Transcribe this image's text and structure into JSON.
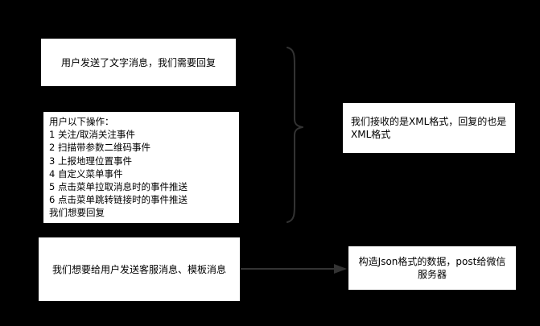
{
  "diagram": {
    "nodes": {
      "reply_text": "用户发送了文字消息，我们需要回复",
      "operations": {
        "lines": [
          "用户以下操作：",
          "1 关注/取消关注事件",
          "2 扫描带参数二维码事件",
          "3 上报地理位置事件",
          "4 自定义菜单事件",
          "5 点击菜单拉取消息时的事件推送",
          "6 点击菜单跳转链接时的事件推送",
          "我们想要回复"
        ]
      },
      "xml_format": "我们接收的是XML格式，回复的也是XML格式",
      "send_messages": "我们想要给用户发送客服消息、模板消息",
      "json_post": "构造Json格式的数据，post给微信服务器"
    },
    "colors": {
      "background": "#000000",
      "box_fill": "#ffffff",
      "stroke": "#333333"
    },
    "connectors": {
      "brace": "curly-brace-right",
      "arrow": "arrow-right"
    }
  }
}
